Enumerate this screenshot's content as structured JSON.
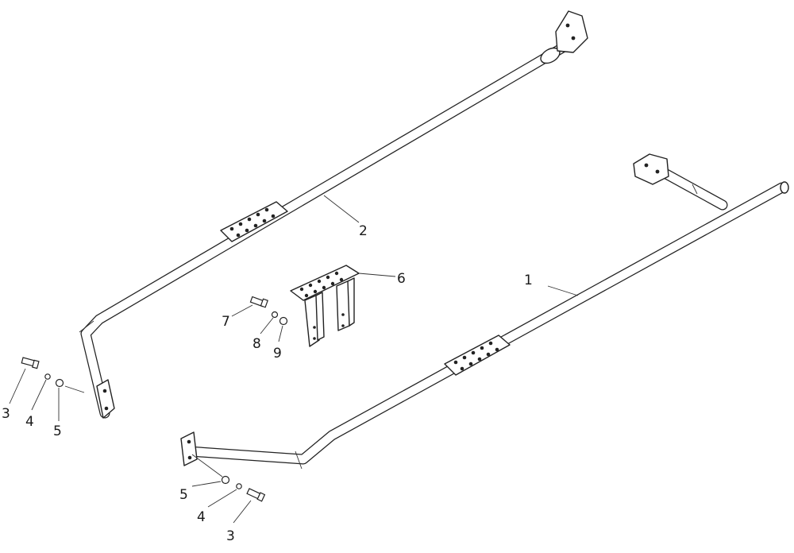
{
  "diagram": {
    "part_labels": {
      "bar_1": "1",
      "bar_2": "2",
      "bolt_left": "3",
      "lock_washer_left": "4",
      "flat_washer_left": "5",
      "bolt_bottom": "3",
      "lock_washer_bottom": "4",
      "flat_washer_bottom": "5",
      "step_bracket": "6",
      "bracket_bolt": "7",
      "bracket_lock_washer": "8",
      "bracket_washer": "9"
    }
  }
}
